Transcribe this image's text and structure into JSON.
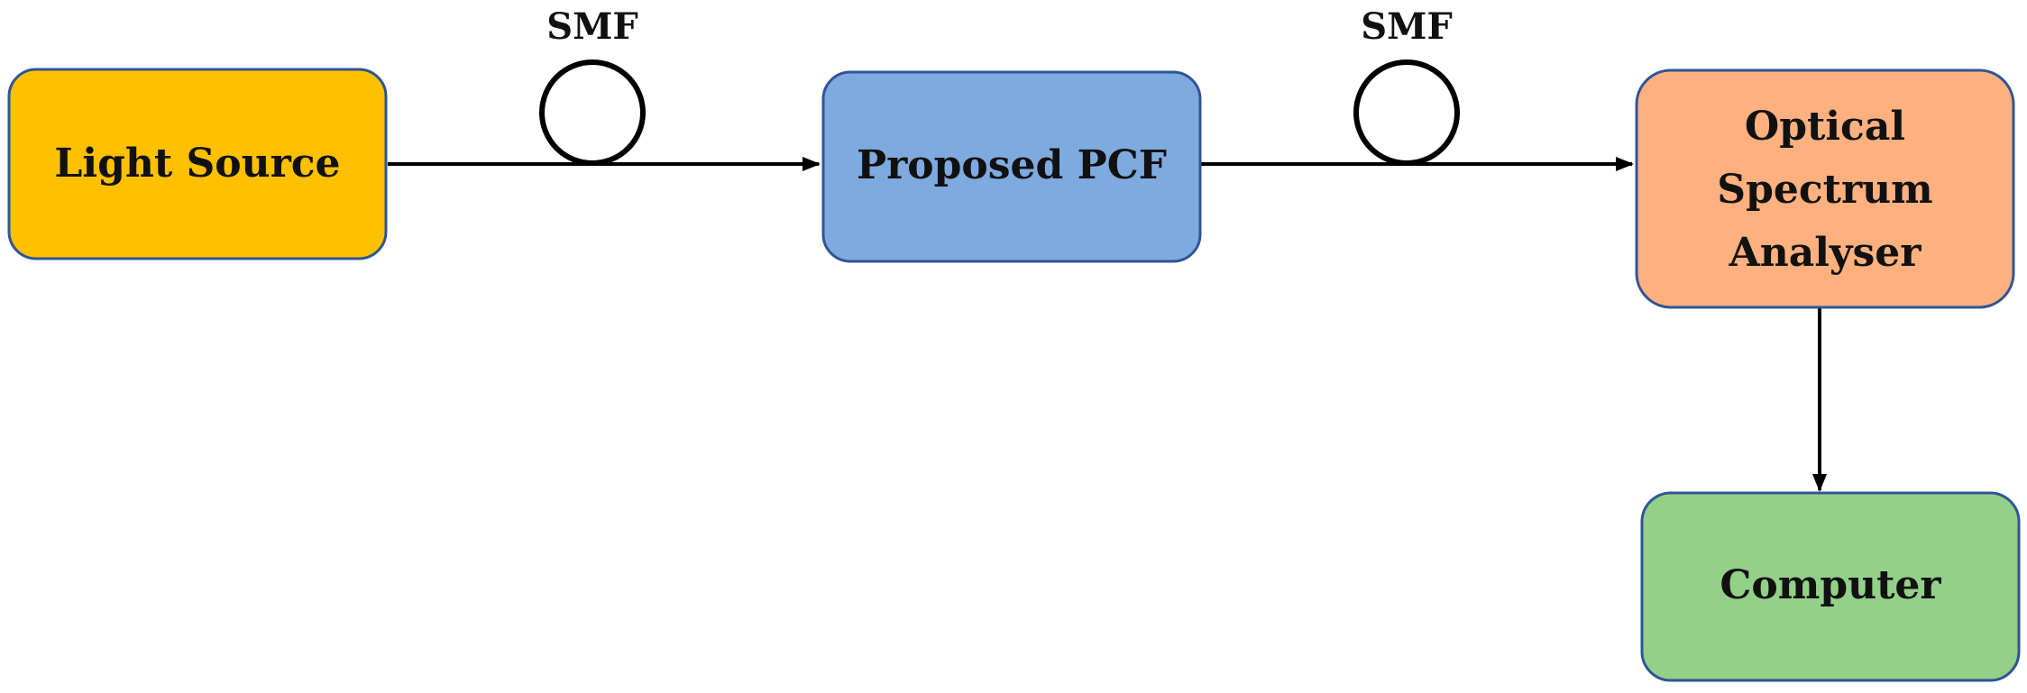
{
  "nodes": {
    "light_source": {
      "label": "Light Source",
      "fill": "#FFC000",
      "border": "#2F5597"
    },
    "proposed_pcf": {
      "label": "Proposed PCF",
      "fill": "#7FAADF",
      "border": "#2F5597"
    },
    "osa": {
      "lines": [
        "Optical",
        "Spectrum",
        "Analyser"
      ],
      "fill": "#FFB07F",
      "border": "#2F5597"
    },
    "computer": {
      "label": "Computer",
      "fill": "#93D189",
      "border": "#2F5597"
    }
  },
  "fibers": {
    "smf_1": {
      "label": "SMF"
    },
    "smf_2": {
      "label": "SMF"
    }
  },
  "edges": [
    {
      "from": "Light Source",
      "to": "Proposed PCF"
    },
    {
      "from": "Proposed PCF",
      "to": "Optical Spectrum Analyser"
    },
    {
      "from": "Optical Spectrum Analyser",
      "to": "Computer"
    }
  ]
}
